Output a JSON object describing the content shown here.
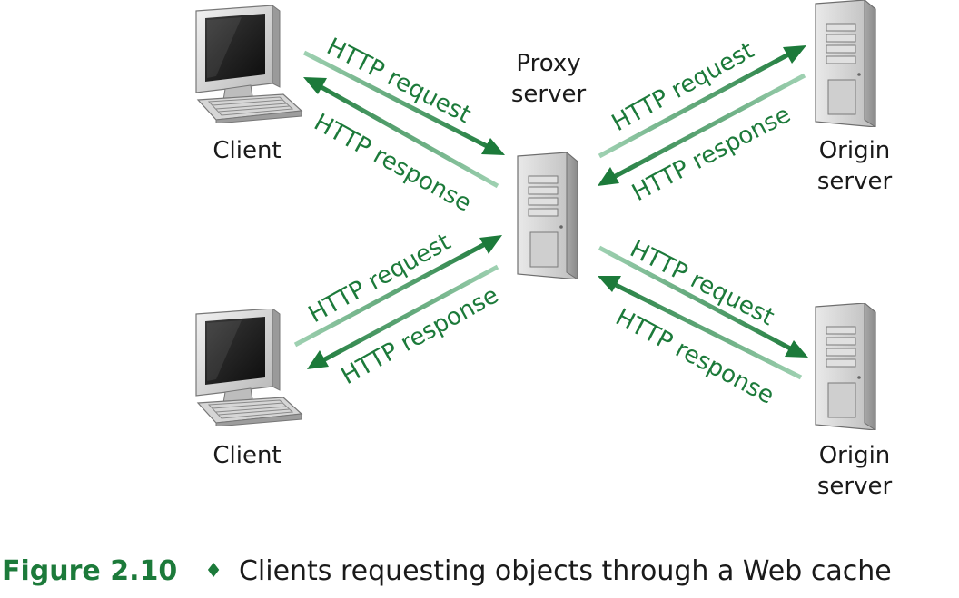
{
  "colors": {
    "arrow_dark": "#1c7a3a",
    "arrow_light": "#9fd1b2",
    "label_green": "#1c7a3a",
    "device_gray": "#c9c9c9"
  },
  "nodes": {
    "client_top": {
      "label": "Client",
      "icon": "desktop-computer-icon"
    },
    "client_bottom": {
      "label": "Client",
      "icon": "desktop-computer-icon"
    },
    "proxy": {
      "label_line1": "Proxy",
      "label_line2": "server",
      "icon": "server-tower-icon"
    },
    "origin_top": {
      "label_line1": "Origin",
      "label_line2": "server",
      "icon": "server-tower-icon"
    },
    "origin_bottom": {
      "label_line1": "Origin",
      "label_line2": "server",
      "icon": "server-tower-icon"
    }
  },
  "links": [
    {
      "request_label": "HTTP request",
      "response_label": "HTTP response"
    },
    {
      "request_label": "HTTP request",
      "response_label": "HTTP response"
    },
    {
      "request_label": "HTTP request",
      "response_label": "HTTP response"
    },
    {
      "request_label": "HTTP request",
      "response_label": "HTTP response"
    }
  ],
  "caption": {
    "figure_number": "Figure 2.10",
    "separator": "♦",
    "text": "Clients requesting objects through a Web cache"
  }
}
